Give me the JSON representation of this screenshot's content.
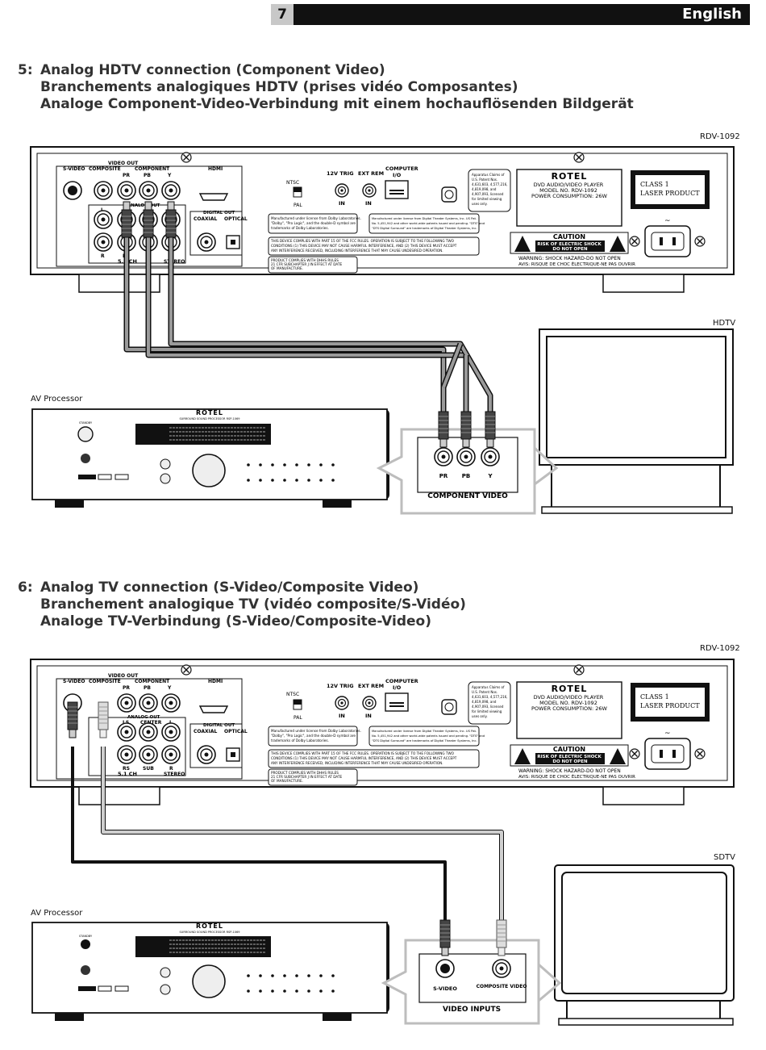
{
  "header": {
    "page_number": "7",
    "language": "English"
  },
  "section5": {
    "number": "5:",
    "lines": [
      "Analog HDTV connection (Component Video)",
      "Branchements analogiques HDTV (prises vidéo Composantes)",
      "Analoge Component-Video-Verbindung mit einem hochauflösenden Bildgerät"
    ],
    "player_label": "RDV-1092",
    "tv_label": "HDTV",
    "processor_label": "AV Processor",
    "inset_title": "COMPONENT VIDEO",
    "inset_jacks": [
      "PR",
      "PB",
      "Y"
    ]
  },
  "section6": {
    "number": "6:",
    "lines": [
      "Analog TV connection (S-Video/Composite Video)",
      "Branchement analogique TV (vidéo composite/S-Vidéo)",
      "Analoge TV-Verbindung (S-Video/Composite-Video)"
    ],
    "player_label": "RDV-1092",
    "tv_label": "SDTV",
    "processor_label": "AV Processor",
    "inset_title": "VIDEO INPUTS",
    "inset_jacks": [
      "S-VIDEO",
      "COMPOSITE VIDEO"
    ]
  },
  "player_panel": {
    "video_out": "VIDEO OUT",
    "s_video": "S-VIDEO",
    "composite": "COMPOSITE",
    "component": "COMPONENT",
    "pr": "PR",
    "pb": "PB",
    "y": "Y",
    "hdmi": "HDMI",
    "analog_out": "ANALOG OUT",
    "ls": "LS",
    "center": "CENTER",
    "l": "L",
    "rs": "RS",
    "sub": "SUB",
    "r": "R",
    "stereo": "STEREO",
    "ch51": "5.1 CH",
    "digital_out": "DIGITAL OUT",
    "coaxial": "COAXIAL",
    "optical": "OPTICAL",
    "ntsc": "NTSC",
    "pal": "PAL",
    "trig": "12V TRIG",
    "ext_rem": "EXT REM",
    "computer": "COMPUTER",
    "io": "I/O",
    "in": "IN",
    "brand": "ROTEL",
    "product_lines": [
      "DVD AUDIO/VIDEO PLAYER",
      "MODEL NO. RDV-1092",
      "POWER CONSUMPTION: 26W"
    ],
    "laser_lines": [
      "CLASS 1",
      "LASER PRODUCT"
    ],
    "caution": "CAUTION",
    "caution_sub": [
      "RISK OF ELECTRIC SHOCK",
      "DO NOT OPEN"
    ],
    "warning": "WARNING: SHOCK HAZARD-DO NOT OPEN",
    "avis": "AVIS: RISQUE DE CHOC ÉLECTRIQUE-NE PAS OUVRIR",
    "dolby": [
      "Manufactured under license from Dolby Laboratories.",
      "\"Dolby\", \"Pro Logic\", and the double-D symbol are",
      "trademarks of Dolby Laboratories."
    ],
    "dts": [
      "Manufactured under license from Digital Theater Systems, Inc. US Pat.",
      "No. 5,451,942 and other world-wide patents issued and pending. \"DTS\" and",
      "\"DTS Digital Surround\" are trademarks of Digital Theater Systems, Inc."
    ],
    "fcc": [
      "THIS DEVICE COMPLIES WITH PART 15 OF THE FCC RULES. OPERATION IS SUBJECT TO THE FOLLOWING TWO",
      "CONDITIONS (1) THIS DEVICE MAY NOT CAUSE HARMFUL INTERFERENCE, AND (2) THIS DEVICE MUST ACCEPT",
      "ANY INTERFERENCE RECEIVED, INCLUDING INTERFERENCE THAT MAY CAUSE UNDESIRED OPERATION."
    ],
    "dhhs": [
      "PRODUCT COMPLIES WITH DHHS RULES",
      "21 CFR SUBCHAPTER J IN EFFECT AT DATE",
      "OF MANUFACTURE."
    ],
    "patent": [
      "Apparatus Claims of",
      "U.S. Patent Nos.",
      "4,631,603, 4,577,216,",
      "4,819,098, and",
      "4,907,093, licensed",
      "for limited viewing",
      "uses only."
    ]
  },
  "processor_panel": {
    "brand": "ROTEL",
    "model": "SURROUND SOUND PROCESSOR RSP-1069",
    "standby": "STANDBY"
  },
  "colors": {
    "dark": "#111111",
    "component_cable": "#8a8a8a",
    "composite_cable": "#c8c8c8",
    "inset_border": "#b8b8b8"
  }
}
